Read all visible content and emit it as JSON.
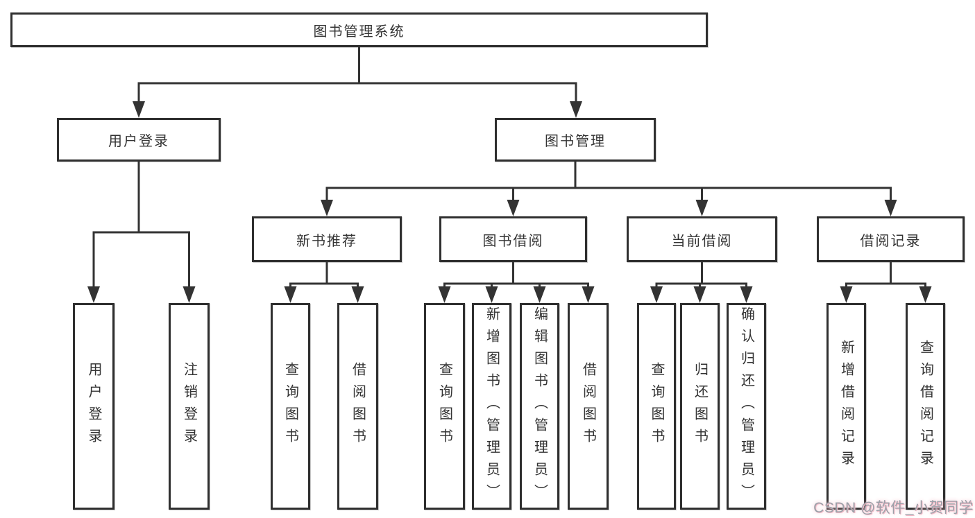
{
  "colors": {
    "background": "#ffffff",
    "line": "#333333",
    "box_border": "#2f2f2f",
    "text": "#333333",
    "watermark_text": "#9ba1a9",
    "watermark_glow": "#f2b9c6"
  },
  "watermark": {
    "text": "CSDN @软件_小贺同学"
  },
  "tree": {
    "root": {
      "label": "图书管理系统"
    },
    "branches": [
      {
        "label": "用户登录",
        "children": [
          {
            "label": "用户登录"
          },
          {
            "label": "注销登录"
          }
        ]
      },
      {
        "label": "图书管理",
        "children": [
          {
            "label": "新书推荐",
            "children": [
              {
                "label": "查询图书"
              },
              {
                "label": "借阅图书"
              }
            ]
          },
          {
            "label": "图书借阅",
            "children": [
              {
                "label": "查询图书"
              },
              {
                "label": "新增图书（管理员）"
              },
              {
                "label": "编辑图书（管理员）"
              },
              {
                "label": "借阅图书"
              }
            ]
          },
          {
            "label": "当前借阅",
            "children": [
              {
                "label": "查询图书"
              },
              {
                "label": "归还图书"
              },
              {
                "label": "确认归还（管理员）"
              }
            ]
          },
          {
            "label": "借阅记录",
            "children": [
              {
                "label": "新增借阅记录"
              },
              {
                "label": "查询借阅记录"
              }
            ]
          }
        ]
      }
    ]
  }
}
